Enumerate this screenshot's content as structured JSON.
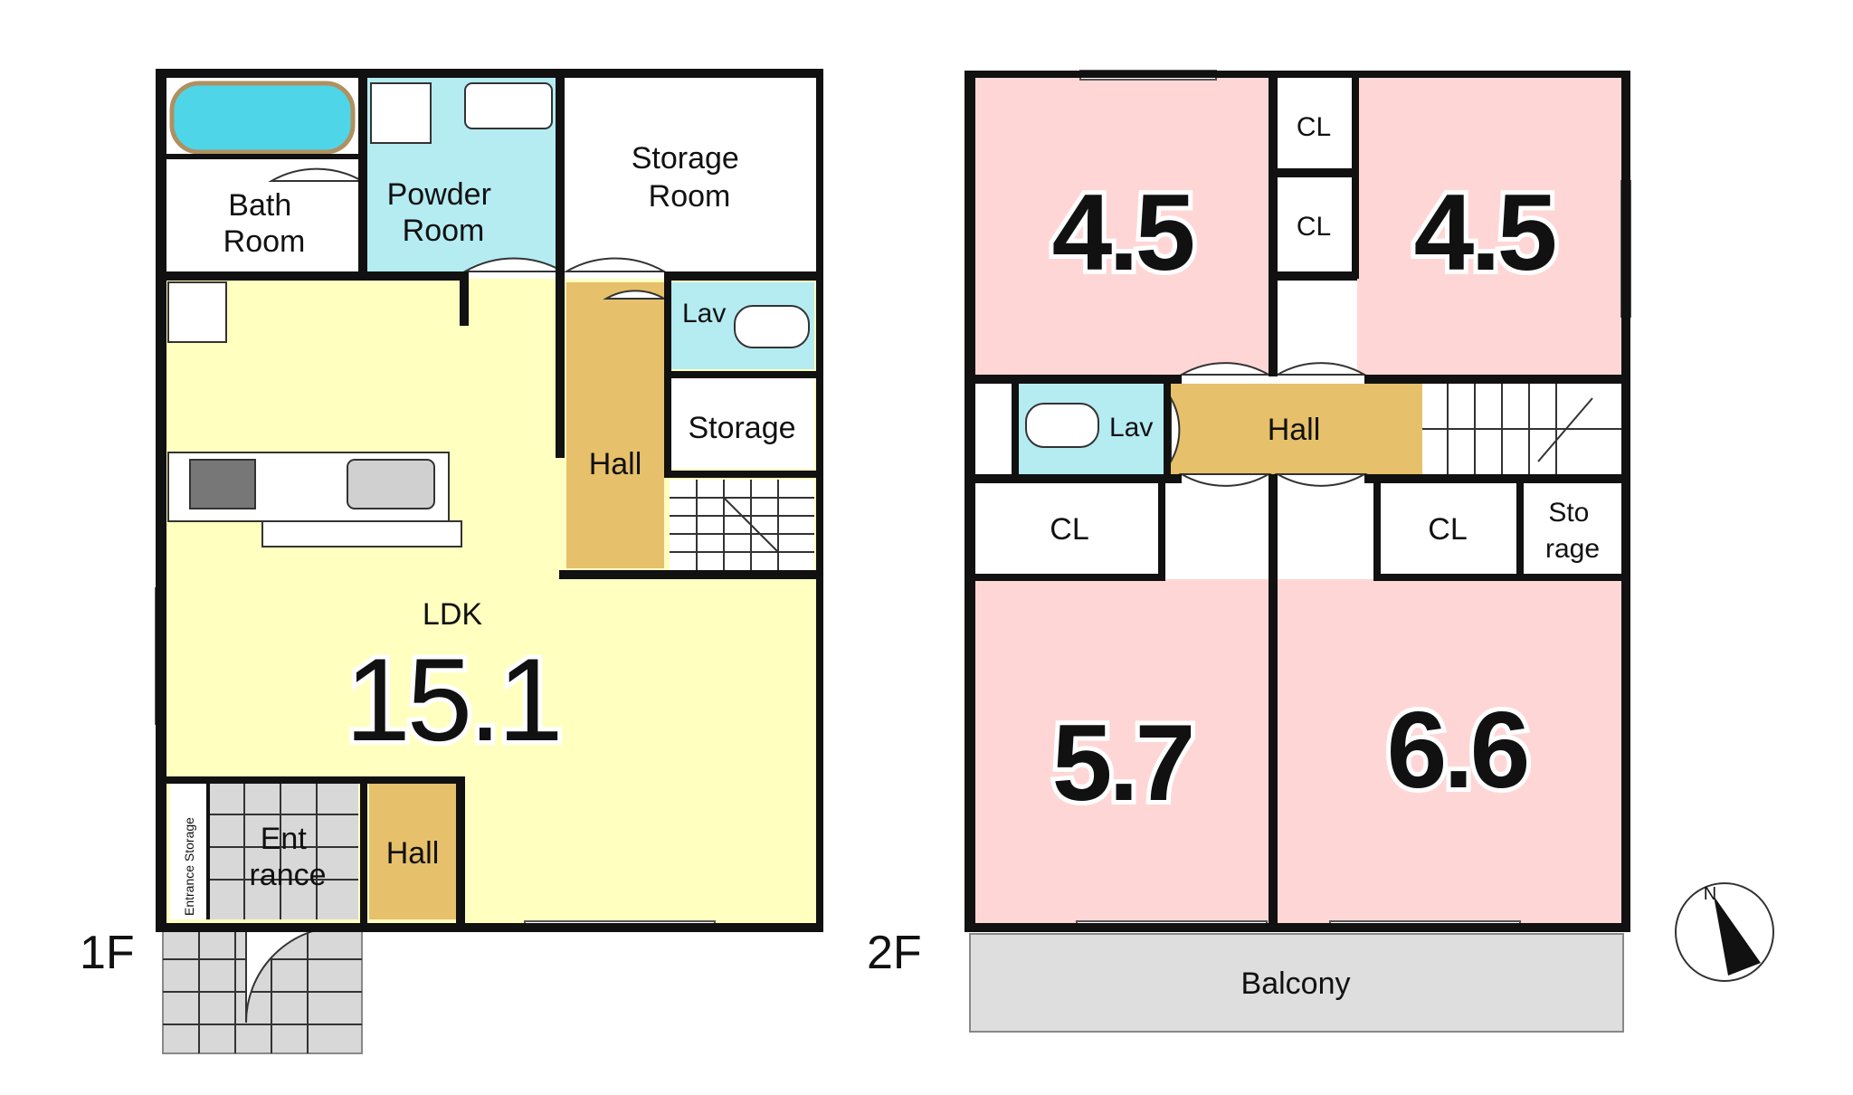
{
  "floors": {
    "first": {
      "label": "1F",
      "rooms": {
        "bath": "Bath\nRoom",
        "powder": "Powder\nRoom",
        "storage_room": "Storage\nRoom",
        "lav": "Lav",
        "storage": "Storage",
        "hall_stairs": "Hall",
        "ldk_label": "LDK",
        "ldk_size": "15.1",
        "entrance_storage": "Entrance Storage",
        "entrance": "Ent\nrance",
        "hall_entry": "Hall"
      }
    },
    "second": {
      "label": "2F",
      "rooms": {
        "nw_size": "4.5",
        "ne_size": "4.5",
        "cl_top1": "CL",
        "cl_top2": "CL",
        "lav": "Lav",
        "hall": "Hall",
        "cl_sw": "CL",
        "cl_se": "CL",
        "storage": "Sto\nrage",
        "sw_size": "5.7",
        "se_size": "6.6",
        "balcony": "Balcony"
      }
    }
  },
  "compass": {
    "label": "N"
  },
  "colors": {
    "ldk": "#ffffc0",
    "hall": "#e6c06a",
    "water": "#b4ecf2",
    "bedroom": "#ffd6d6",
    "entrance": "#d8d8d8",
    "balcony": "#dedede",
    "wall": "#111111"
  }
}
